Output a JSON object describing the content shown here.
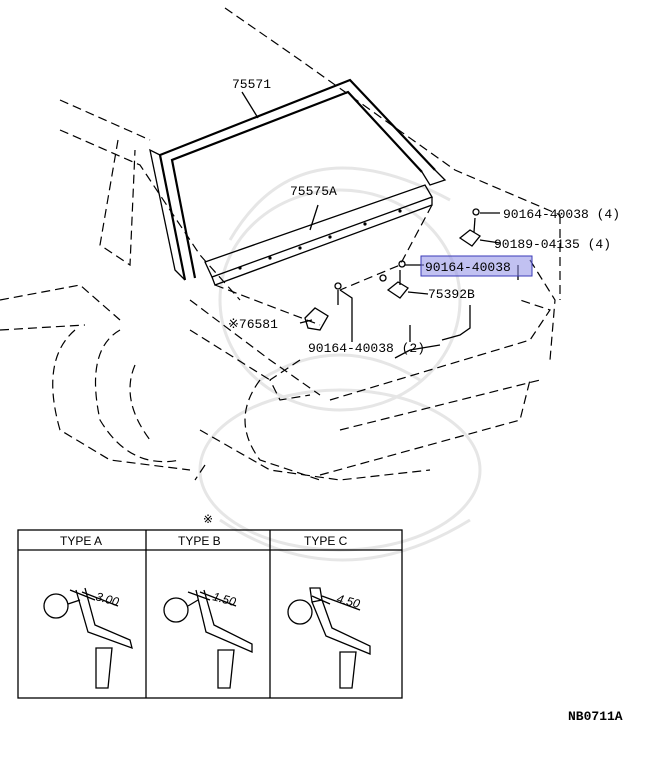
{
  "parts": {
    "p75571": "75571",
    "p75575a": "75575A",
    "p90164_4": "90164-40038 (4)",
    "p90189": "90189-04135 (4)",
    "p90164_hl": "90164-40038",
    "p75392b": "75392B",
    "p76581": "※76581",
    "p90164_2": "90164-40038 (2)"
  },
  "table": {
    "note_mark": "※",
    "types": [
      {
        "label": "TYPE A",
        "dim": "3.00"
      },
      {
        "label": "TYPE B",
        "dim": "1.50"
      },
      {
        "label": "TYPE C",
        "dim": "4.50"
      }
    ]
  },
  "diagram_code": "NB0711A",
  "colors": {
    "highlight": "#8e8ee6"
  }
}
